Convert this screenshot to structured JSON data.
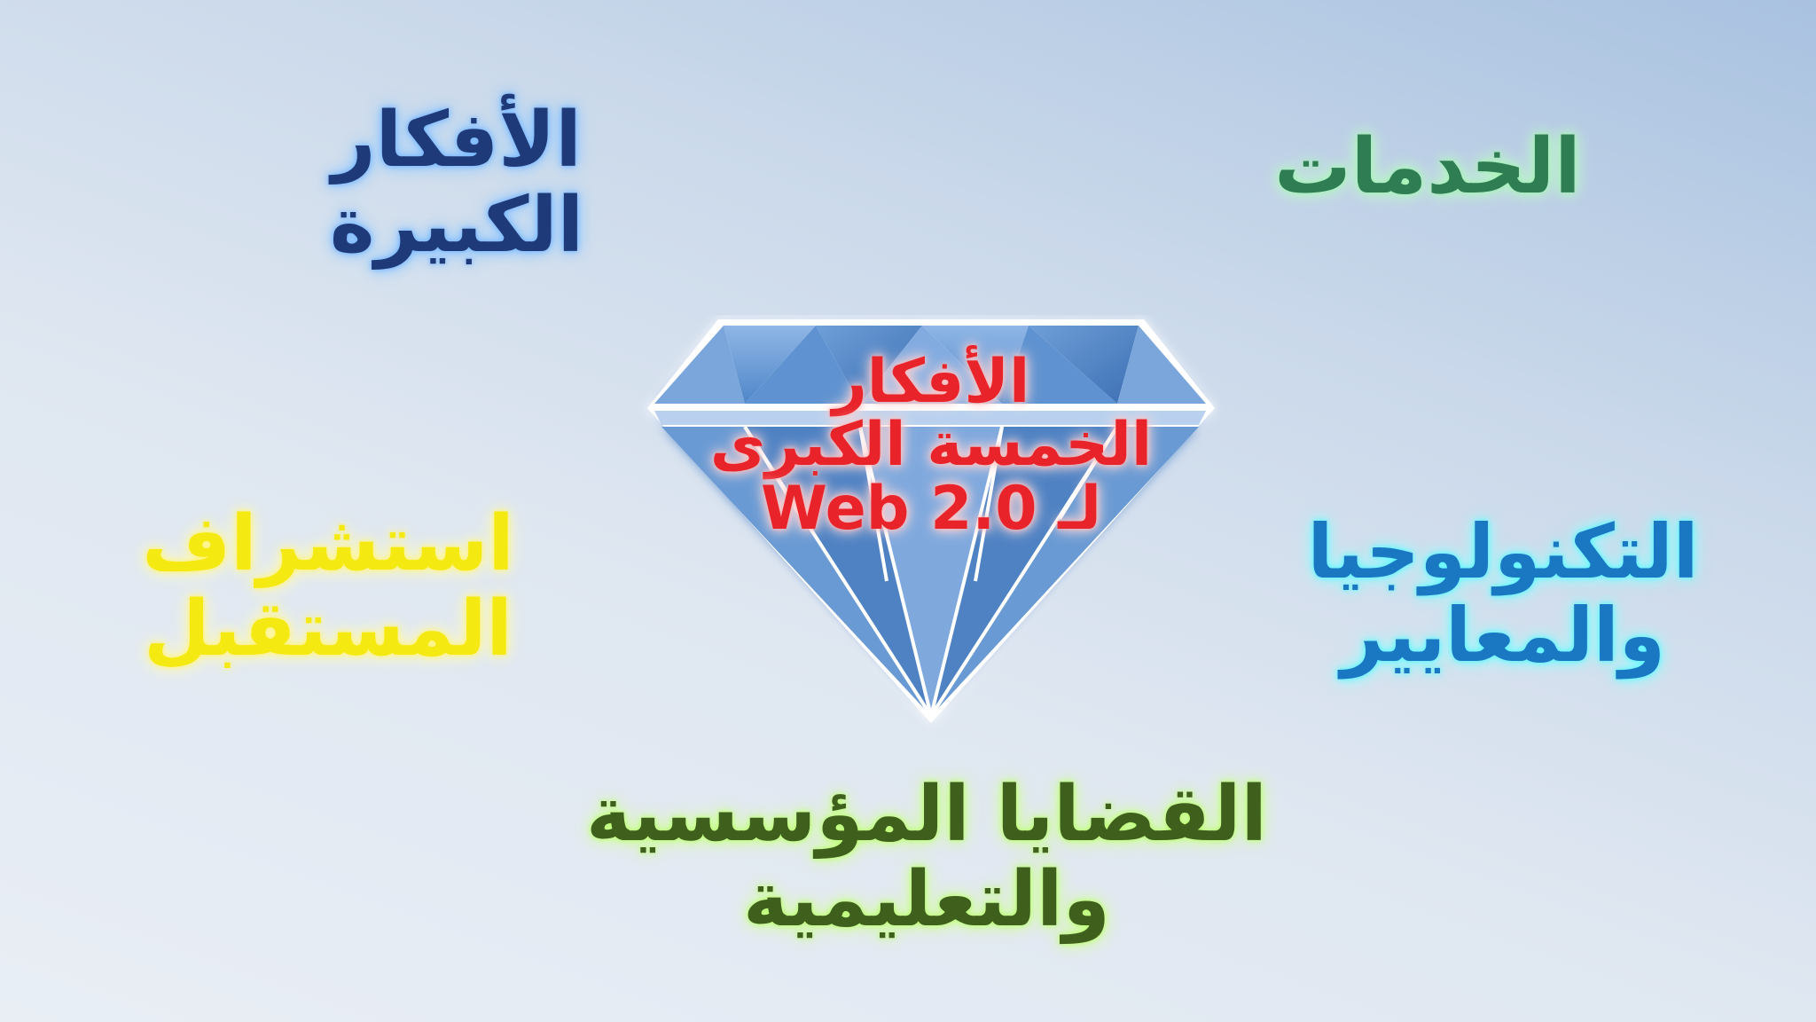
{
  "slide": {
    "center_title": {
      "line1": "الأفكار",
      "line2": "الخمسة الكبرى",
      "line3": "لـ Web 2.0"
    },
    "big_ideas": {
      "line1": "الأفكار",
      "line2": "الكبيرة"
    },
    "services": {
      "line1": "الخدمات"
    },
    "future": {
      "line1": "استشراف",
      "line2": "المستقبل"
    },
    "tech": {
      "line1": "التكنولوجيا",
      "line2": "والمعايير"
    },
    "issues": {
      "line1": "القضايا المؤسسية",
      "line2": "والتعليمية"
    }
  },
  "colors": {
    "big_ideas": "#1f3a78",
    "services": "#2f7d52",
    "future": "#f4e911",
    "tech": "#1a78c2",
    "issues": "#3f5f1c",
    "center_title": "#e8232a",
    "diamond": "#5d8fd0"
  },
  "icons": {
    "diamond": "diamond-icon"
  }
}
